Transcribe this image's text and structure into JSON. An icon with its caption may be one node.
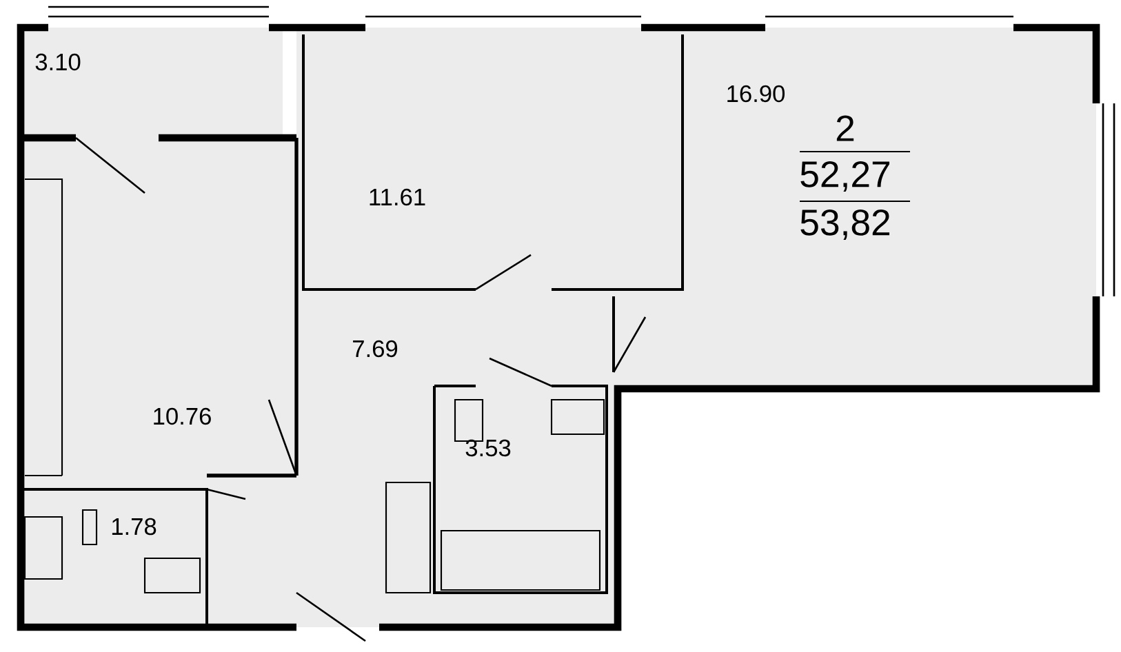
{
  "diagram": {
    "labels": [
      "3.10",
      "16.90",
      "2",
      "52,27",
      "53,82",
      "11.61",
      "7.69",
      "10.76",
      "3.53",
      "1.78"
    ]
  }
}
